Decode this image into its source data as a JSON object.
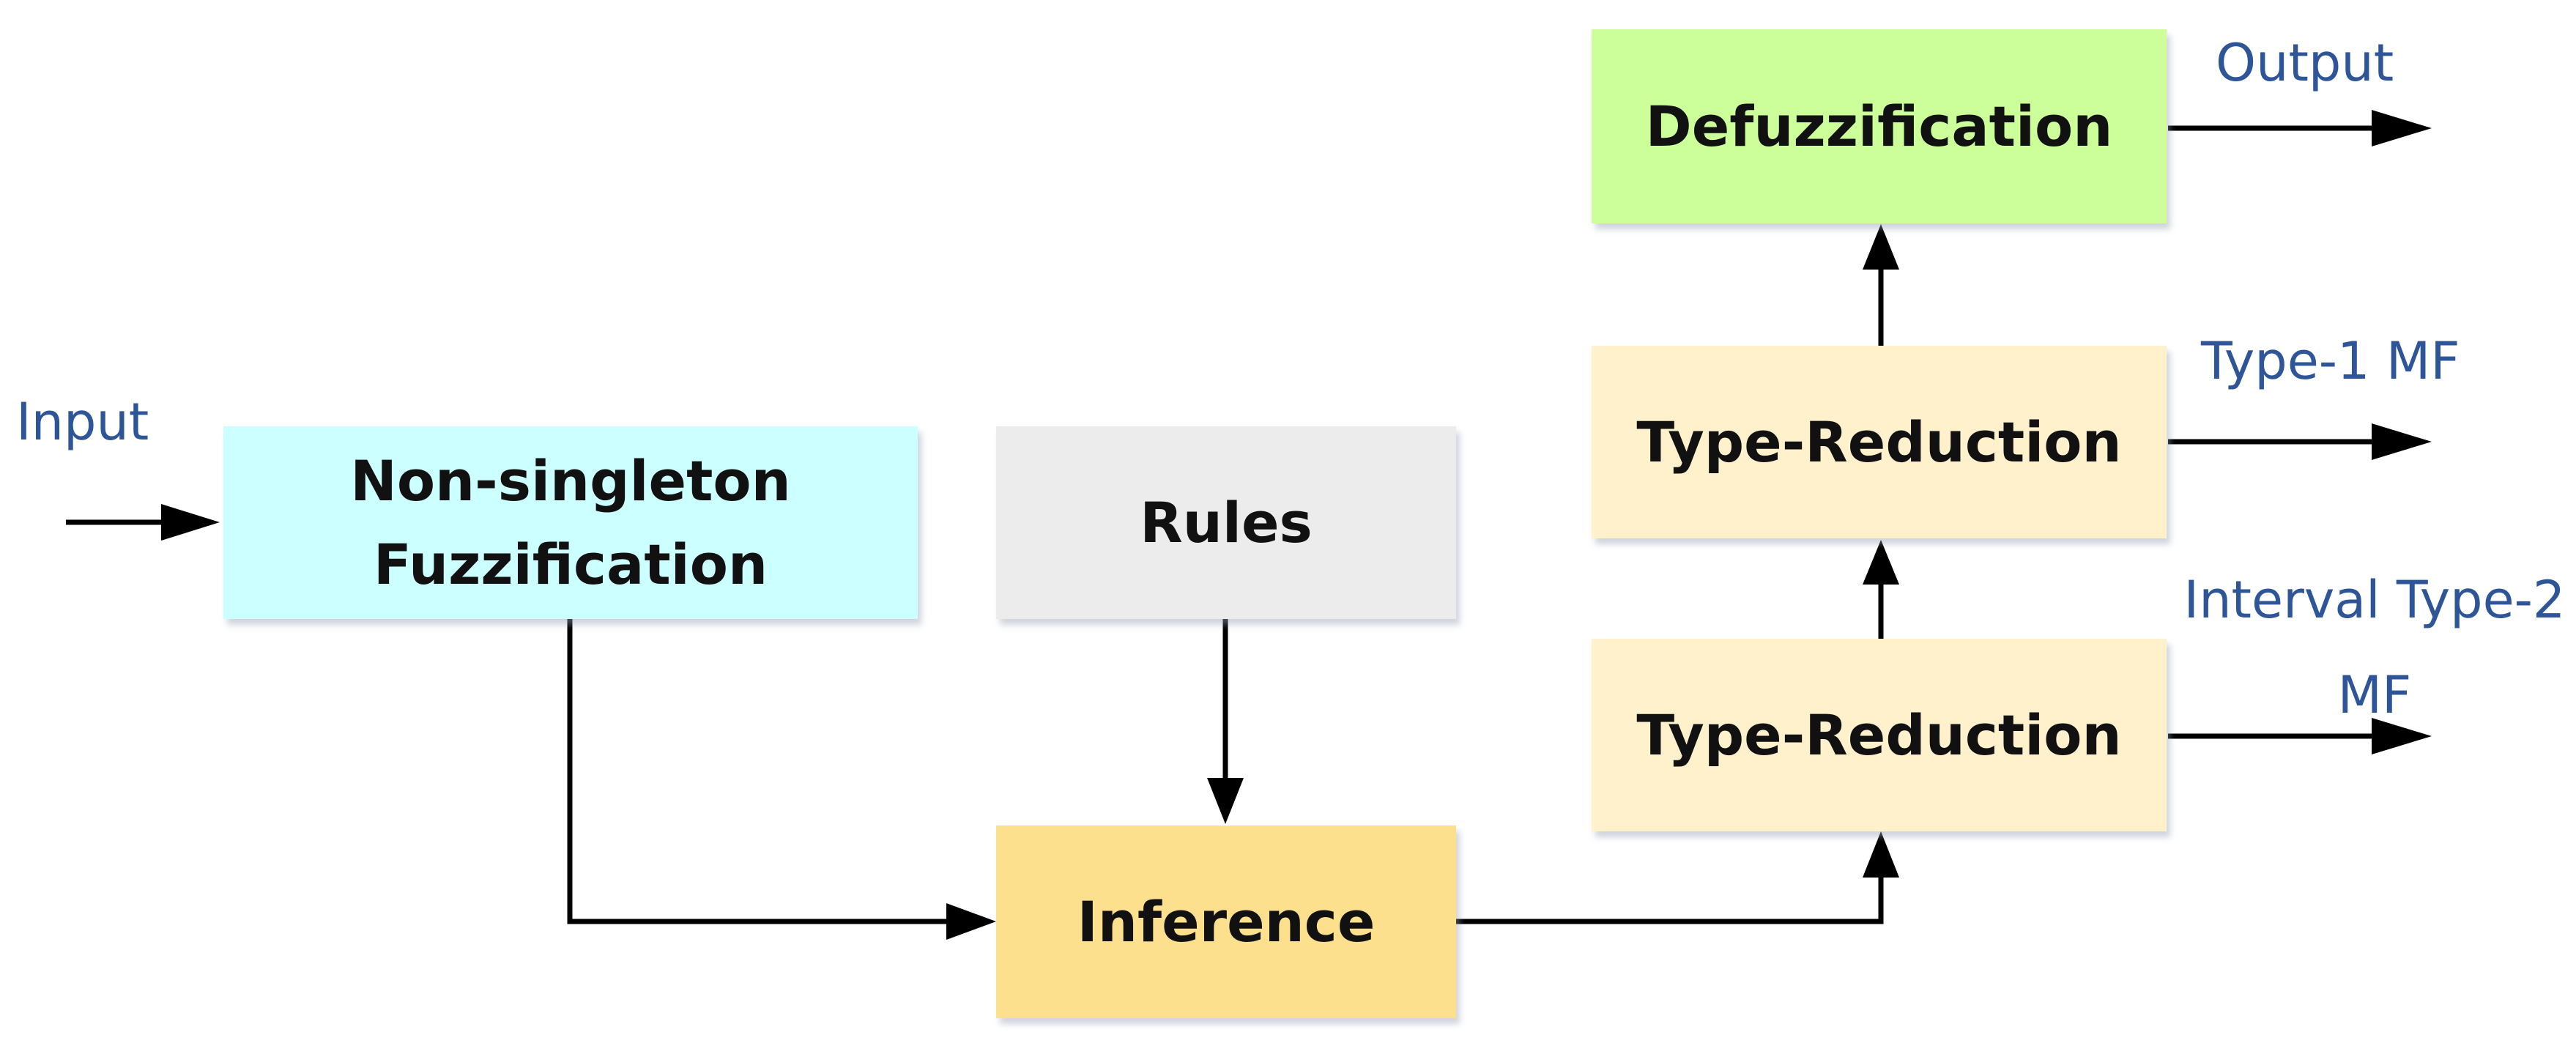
{
  "blocks": {
    "fuzzification": {
      "line1": "Non-singleton",
      "line2": "Fuzzification",
      "color": "#ccffff"
    },
    "rules": {
      "label": "Rules",
      "color": "#ececec"
    },
    "inference": {
      "label": "Inference",
      "color": "#fde08e"
    },
    "type_reduction_1": {
      "label": "Type-Reduction",
      "color": "#fff1cc"
    },
    "type_reduction_2": {
      "label": "Type-Reduction",
      "color": "#fff1cc"
    },
    "defuzzification": {
      "label": "Defuzzification",
      "color": "#ccff99"
    }
  },
  "labels": {
    "input": "Input",
    "output": "Output",
    "type1": "Type-1 MF",
    "interval_line1": "Interval Type-2",
    "interval_line2": "MF"
  },
  "colors": {
    "arrow": "#000000",
    "label_text": "#2e5597"
  }
}
